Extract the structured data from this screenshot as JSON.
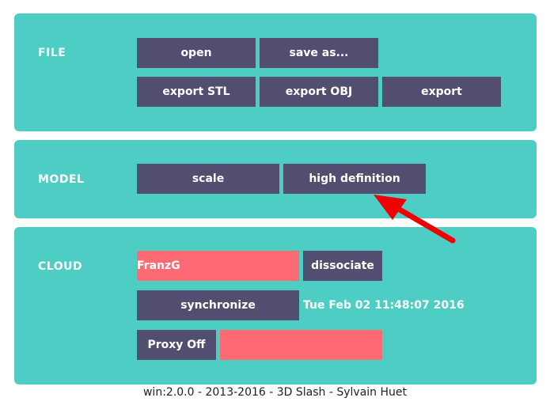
{
  "file": {
    "label": "FILE",
    "open_label": "open",
    "save_as_label": "save as...",
    "export_stl_label": "export STL",
    "export_obj_label": "export OBJ",
    "export_label": "export"
  },
  "model": {
    "label": "MODEL",
    "scale_label": "scale",
    "high_definition_label": "high definition"
  },
  "cloud": {
    "label": "CLOUD",
    "username_value": "FranzG",
    "dissociate_label": "dissociate",
    "synchronize_label": "synchronize",
    "sync_time": "Tue Feb 02 11:48:07 2016",
    "proxy_label": "Proxy Off",
    "proxy_value": ""
  },
  "footer": {
    "text": "win:2.0.0 - 2013-2016 - 3D Slash - Sylvain Huet"
  },
  "colors": {
    "panel": "#4ecdc4",
    "button": "#524e6f",
    "field": "#ff6b74",
    "annotation_arrow": "#ee0000"
  },
  "icons": {
    "annotation": "red-arrow-icon"
  }
}
